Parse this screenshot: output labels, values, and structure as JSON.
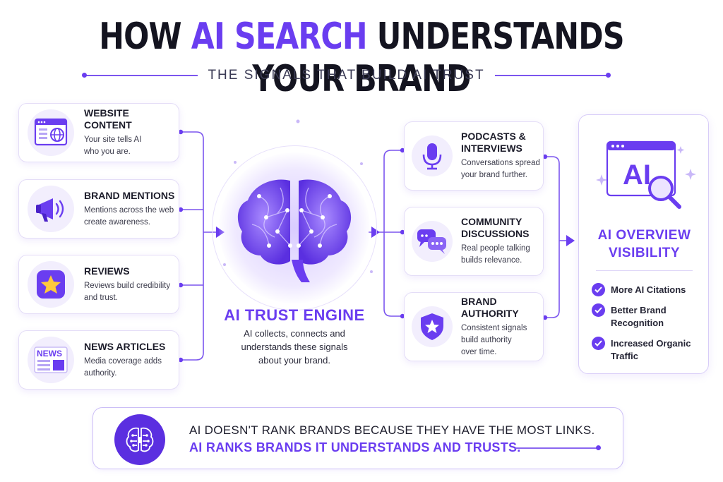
{
  "header": {
    "title_part1": "HOW ",
    "title_accent": "AI SEARCH",
    "title_part2": " UNDERSTANDS YOUR BRAND",
    "subtitle": "THE SIGNALS THAT BUILD AI TRUST"
  },
  "sources": [
    {
      "title": "WEBSITE CONTENT",
      "desc1": "Your site tells AI",
      "desc2": "who you are.",
      "icon": "website-icon"
    },
    {
      "title": "BRAND MENTIONS",
      "desc1": "Mentions across the web",
      "desc2": "create awareness.",
      "icon": "megaphone-icon"
    },
    {
      "title": "REVIEWS",
      "desc1": "Reviews build credibility",
      "desc2": "and trust.",
      "icon": "star-icon"
    },
    {
      "title": "NEWS ARTICLES",
      "desc1": "Media coverage adds",
      "desc2": "authority.",
      "icon": "news-icon",
      "icon_label": "NEWS"
    }
  ],
  "engine": {
    "title": "AI TRUST ENGINE",
    "desc1": "AI collects, connects and",
    "desc2": "understands these signals",
    "desc3": "about your brand.",
    "icon": "brain-icon"
  },
  "signals": [
    {
      "title1": "PODCASTS &",
      "title2": "INTERVIEWS",
      "desc1": "Conversations spread",
      "desc2": "your brand further.",
      "icon": "microphone-icon"
    },
    {
      "title1": "COMMUNITY",
      "title2": "DISCUSSIONS",
      "desc1": "Real people talking",
      "desc2": "builds relevance.",
      "icon": "chat-bubbles-icon"
    },
    {
      "title1": "BRAND AUTHORITY",
      "desc1": "Consistent signals",
      "desc2": "build authority",
      "desc3": "over time.",
      "icon": "shield-star-icon"
    }
  ],
  "outcome": {
    "icon_label": "AI",
    "title1": "AI OVERVIEW",
    "title2": "VISIBILITY",
    "benefits": [
      {
        "line1": "More AI Citations"
      },
      {
        "line1": "Better Brand",
        "line2": "Recognition"
      },
      {
        "line1": "Increased Organic",
        "line2": "Traffic"
      }
    ]
  },
  "footer": {
    "line1": "AI DOESN'T RANK BRANDS BECAUSE THEY HAVE THE MOST LINKS.",
    "line2": "AI RANKS BRANDS IT UNDERSTANDS AND TRUSTS.",
    "icon": "circuit-brain-icon"
  },
  "colors": {
    "accent": "#6a3df0",
    "accent_dark": "#5b2fe0",
    "accent_light": "#f2eefd",
    "text": "#1f1f2e"
  }
}
